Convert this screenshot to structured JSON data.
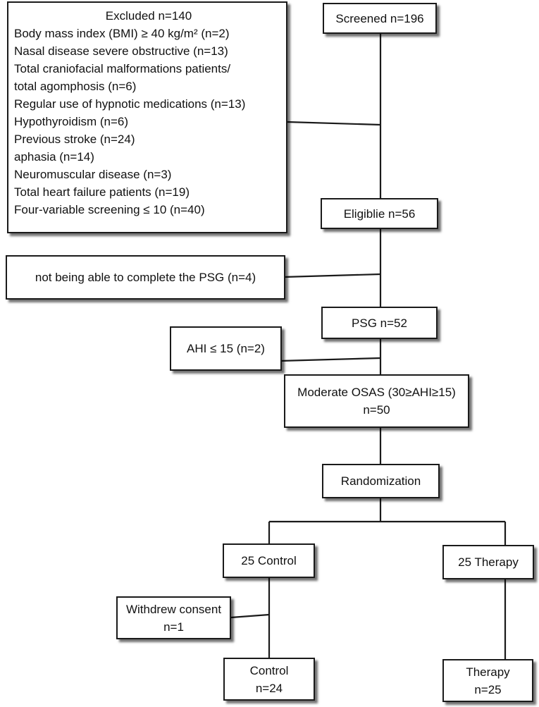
{
  "excluded": {
    "title": "Excluded n=140",
    "items": [
      "Body mass index (BMI) ≥ 40 kg/m² (n=2)",
      "Nasal disease severe obstructive (n=13)",
      "Total craniofacial malformations patients/",
      "total agomphosis (n=6)",
      "Regular use of hypnotic medications (n=13)",
      "Hypothyroidism (n=6)",
      "Previous stroke (n=24)",
      "aphasia (n=14)",
      "Neuromuscular disease (n=3)",
      "Total heart failure patients (n=19)",
      "Four-variable screening ≤ 10 (n=40)"
    ]
  },
  "screened": "Screened n=196",
  "eligible": "Eligiblie n=56",
  "psg_exclusion": "not being able to complete the PSG (n=4)",
  "psg": "PSG n=52",
  "ahi_exclusion": "AHI ≤ 15 (n=2)",
  "moderate": {
    "line1": "Moderate OSAS (30≥AHI≥15)",
    "line2": "n=50"
  },
  "randomization": "Randomization",
  "control_arm": "25 Control",
  "therapy_arm": "25 Therapy",
  "withdrew": {
    "line1": "Withdrew consent",
    "line2": "n=1"
  },
  "control_final": {
    "line1": "Control",
    "line2": "n=24"
  },
  "therapy_final": {
    "line1": "Therapy",
    "line2": "n=25"
  }
}
